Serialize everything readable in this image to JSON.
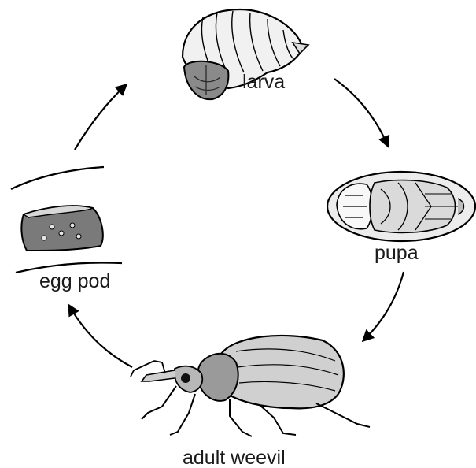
{
  "diagram": {
    "type": "life-cycle",
    "stages": [
      {
        "id": "larva",
        "label": "larva"
      },
      {
        "id": "pupa",
        "label": "pupa"
      },
      {
        "id": "adult",
        "label": "adult weevil"
      },
      {
        "id": "egg",
        "label": "egg pod"
      }
    ],
    "cycle_order": [
      "larva",
      "pupa",
      "adult",
      "egg",
      "larva"
    ],
    "colors": {
      "line": "#000000",
      "fill_light": "#eeeeee",
      "fill_mid": "#cfcfcf",
      "fill_dark": "#6e6e6e"
    }
  }
}
